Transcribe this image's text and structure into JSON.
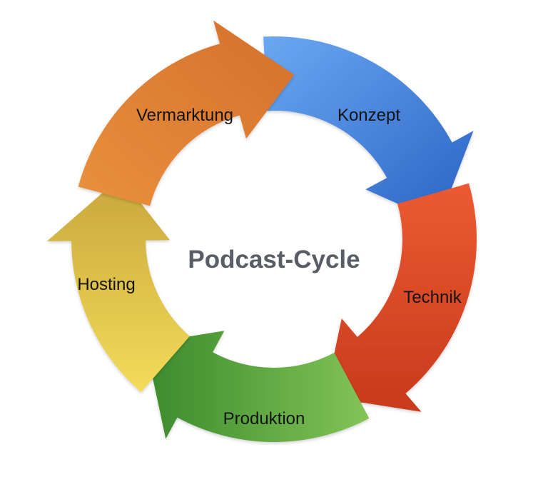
{
  "diagram": {
    "center_title": "Podcast-Cycle",
    "segments": [
      {
        "id": "konzept",
        "label": "Konzept",
        "color_start": "#6aa8f2",
        "color_end": "#2a62c4"
      },
      {
        "id": "technik",
        "label": "Technik",
        "color_start": "#ec5a32",
        "color_end": "#c73a1c"
      },
      {
        "id": "produktion",
        "label": "Produktion",
        "color_start": "#82c457",
        "color_end": "#3b8a2c"
      },
      {
        "id": "hosting",
        "label": "Hosting",
        "color_start": "#f2dc5a",
        "color_end": "#c9a63c"
      },
      {
        "id": "vermarktung",
        "label": "Vermarktung",
        "color_start": "#e8913c",
        "color_end": "#d56f2c"
      }
    ]
  }
}
